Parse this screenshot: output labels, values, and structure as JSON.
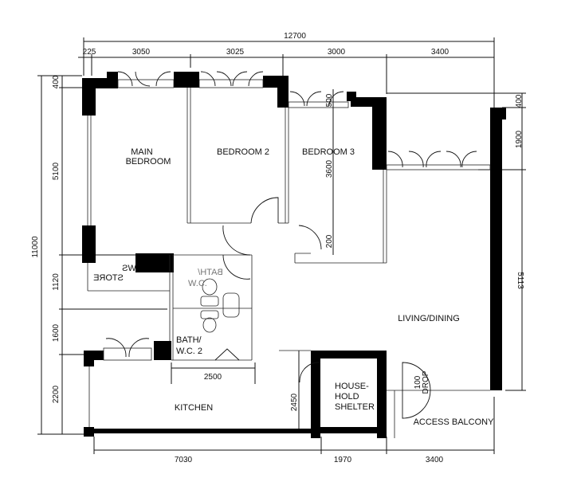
{
  "plan": {
    "rooms": {
      "main_bedroom": [
        "MAIN",
        "BEDROOM"
      ],
      "bedroom2": "BEDROOM 2",
      "bedroom3": "BEDROOM 3",
      "living_dining": "LIVING/DINING",
      "kitchen": "KITCHEN",
      "shelter": [
        "HOUSE-",
        "HOLD",
        "SHELTER"
      ],
      "access_balcony": "ACCESS BALCONY",
      "bath1": [
        "BATH/",
        "W.C."
      ],
      "bath2": [
        "BATH/",
        "W.C. 2"
      ],
      "store": "STORE",
      "ws": "WS"
    },
    "dimensions": {
      "overall_width": "12700",
      "top": [
        "225",
        "3050",
        "3025",
        "3000",
        "3400"
      ],
      "overall_height": "11000",
      "left": [
        "400",
        "5100",
        "1120",
        "1600",
        "2200"
      ],
      "right": [
        "400",
        "1900",
        "5113"
      ],
      "bottom": [
        "7030",
        "1970",
        "3400"
      ],
      "bedroom3_depth": "3600",
      "bedroom3_small": "200",
      "bedroom3_window": "500",
      "bath2_width": "2500",
      "kitchen_depth": "2450",
      "drop": [
        "100",
        "DROP"
      ]
    }
  }
}
